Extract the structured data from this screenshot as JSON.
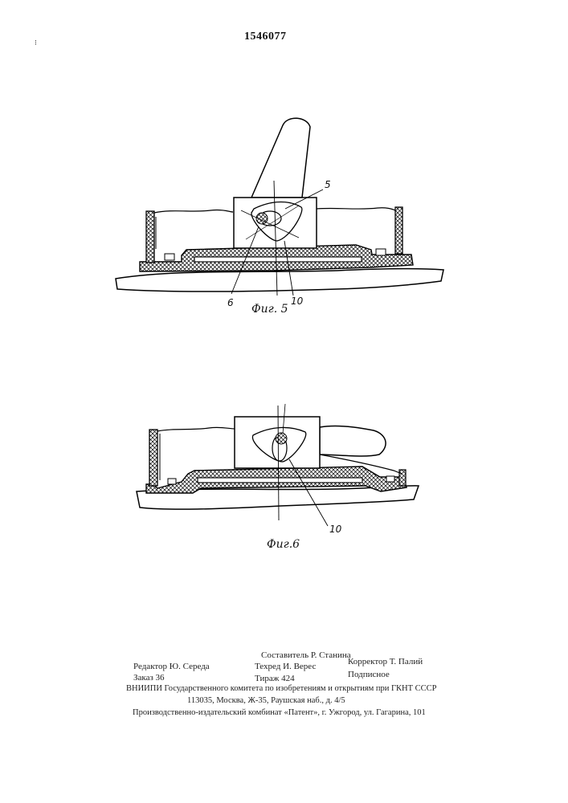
{
  "document": {
    "patent_number": "1546077",
    "figure5": {
      "caption": "Фиг. 5",
      "labels": {
        "a": "5",
        "b": "6",
        "c": "10"
      }
    },
    "figure6": {
      "caption": "Фиг.6",
      "labels": {
        "a": "10"
      }
    },
    "footer": {
      "composer": "Составитель Р. Станина",
      "editor": "Редактор Ю. Середа",
      "techred": "Техред И. Верес",
      "corrector": "Корректор Т. Палий",
      "order": "Заказ 36",
      "circulation": "Тираж 424",
      "subscription": "Подписное",
      "org_line": "ВНИИПИ Государственного комитета по изобретениям и открытиям при ГКНТ СССР",
      "address_line": "113035, Москва, Ж-35, Раушская наб., д. 4/5",
      "plant_line": "Производственно-издательский комбинат «Патент», г. Ужгород, ул. Гагарина, 101"
    }
  }
}
